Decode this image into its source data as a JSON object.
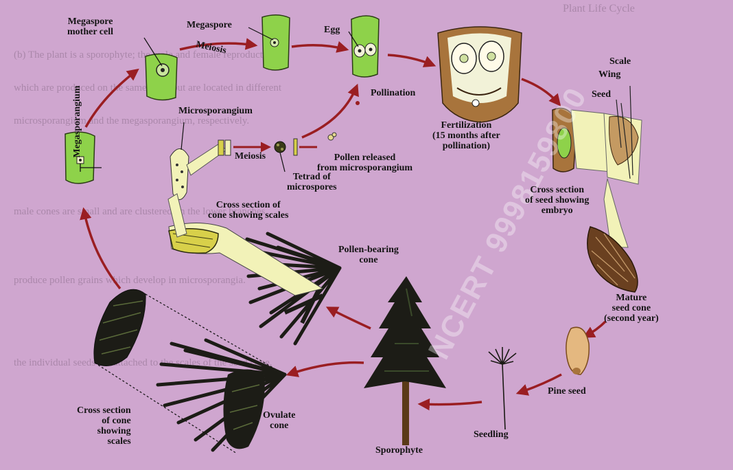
{
  "labels": {
    "megaspore_mother_cell": "Megaspore\nmother cell",
    "megaspore": "Megaspore",
    "meiosis_top": "Meiosis",
    "egg": "Egg",
    "pollination": "Pollination",
    "fertilization": "Fertilization\n(15 months after\npollination)",
    "scale": "Scale",
    "wing": "Wing",
    "seed": "Seed",
    "megasporangium": "Megasporangium",
    "microsporangium": "Microsporangium",
    "meiosis_mid": "Meiosis",
    "tetrad": "Tetrad of\nmicrospores",
    "pollen_released": "Pollen released\nfrom microsporangium",
    "cross_section_scales_top": "Cross section of\ncone showing scales",
    "cross_section_seed": "Cross section\nof seed showing\nembryo",
    "pollen_bearing_cone": "Pollen-bearing\ncone",
    "mature_seed_cone": "Mature\nseed cone\n(second year)",
    "pine_seed": "Pine seed",
    "seedling": "Seedling",
    "sporophyte": "Sporophyte",
    "ovulate_cone": "Ovulate\ncone",
    "cross_section_scales_bottom": "Cross section\nof cone\nshowing\nscales"
  },
  "background_text": [
    "Plant Life Cycle",
    "(b) The plant is a sporophyte; the male and female reproductive",
    "which are produced on the same plant but are located in different",
    "microsporangium and the megasporangium, respectively.",
    "male cones are small and are clustered on the lower branches.",
    "produce pollen grains which develop in microsporangia.",
    "the individual seeds are attached to the scales of the seed cone."
  ],
  "watermark": "NCERT 9998159800",
  "colors": {
    "background": "#cfa6cf",
    "arrow": "#9a1e22",
    "tissue_green": "#8ed24a",
    "pale_yellow": "#f2f2b8",
    "dark_foliage": "#1c1c16",
    "brown": "#a8743c"
  }
}
